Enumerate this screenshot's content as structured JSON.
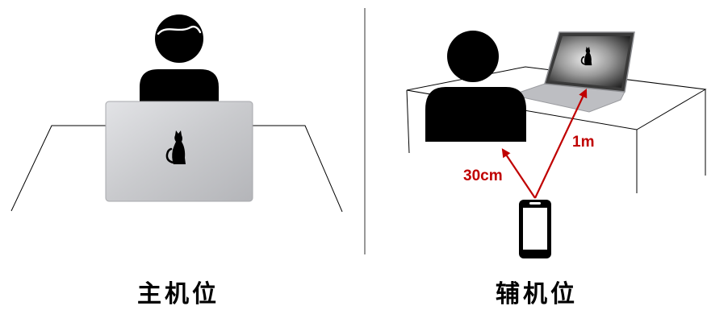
{
  "left_panel": {
    "caption": "主机位"
  },
  "right_panel": {
    "caption": "辅机位",
    "distance_to_person": "30cm",
    "distance_to_laptop": "1m"
  },
  "colors": {
    "arrow": "#c00000",
    "silhouette": "#000000",
    "laptop_lid": "#c8c9cc",
    "divider": "#555555"
  },
  "icons": [
    "person-icon",
    "laptop-icon",
    "cat-logo-icon",
    "phone-icon"
  ]
}
